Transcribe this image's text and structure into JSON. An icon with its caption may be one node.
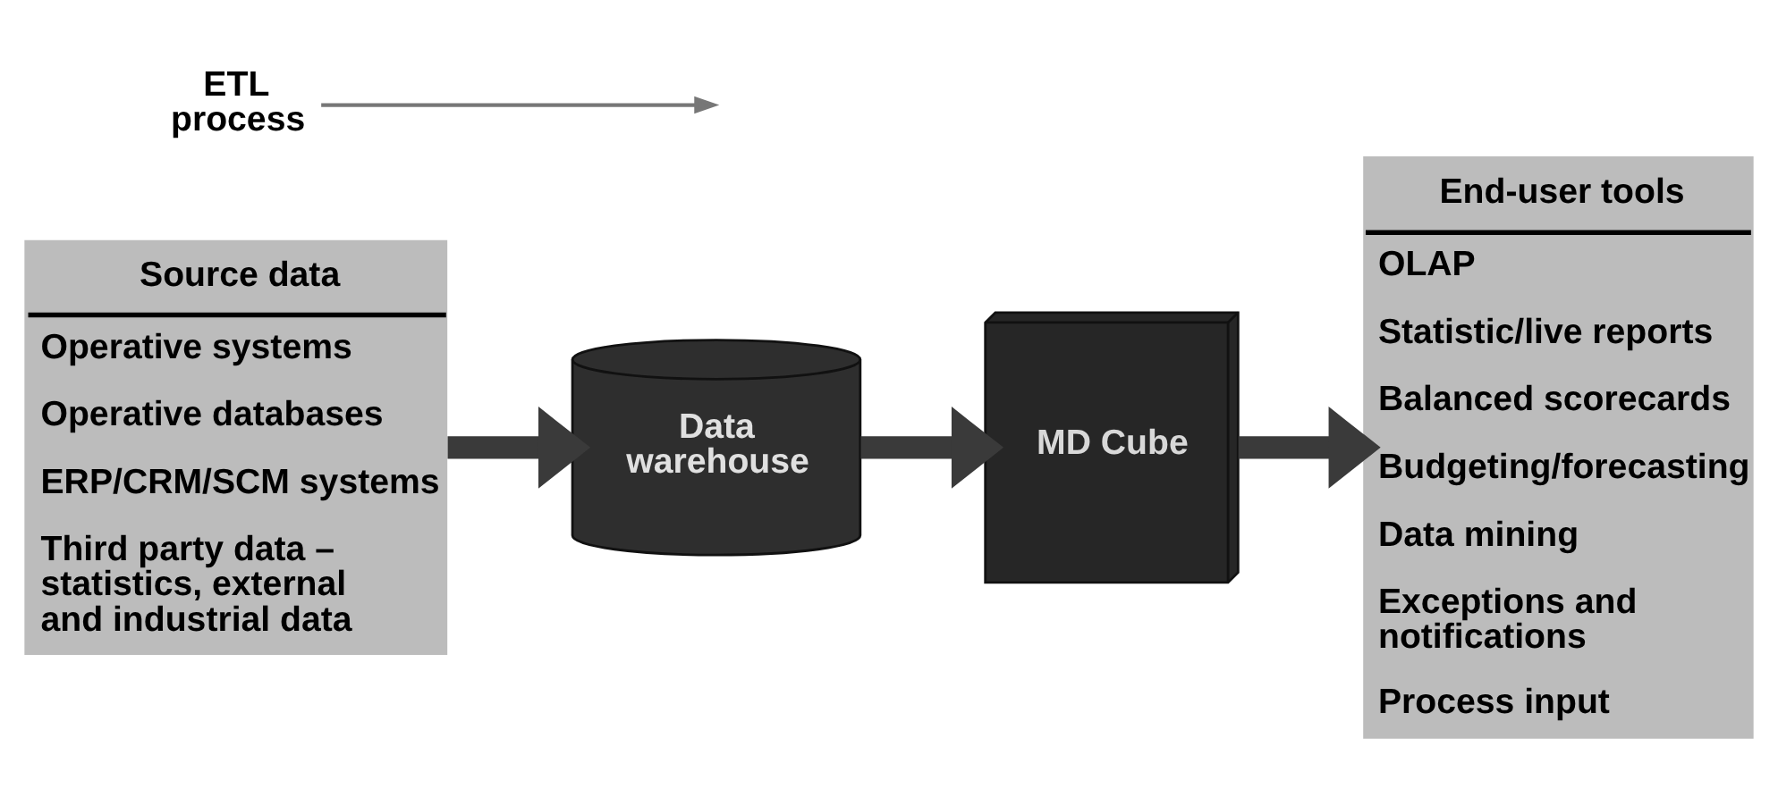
{
  "diagram": {
    "nodes": [
      {
        "text": [
          "Source data",
          "Operative systems",
          "Operative databases",
          "ERP/CRM/SCM systems",
          "Third party data – statistics, external and industrial data"
        ]
      },
      {
        "text": [
          "ETL process"
        ]
      },
      {
        "text": [
          "Data warehouse"
        ]
      },
      {
        "text": [
          "MD Cube"
        ]
      },
      {
        "text": [
          "End-user tools",
          "OLAP",
          "Statistic/live reports",
          "Balanced scorecards",
          "Budgeting/forecasting",
          "Data mining",
          "Exceptions and notifications",
          "Process input"
        ]
      }
    ],
    "edges": [
      {
        "from": 0,
        "to": 2,
        "arrow": "to"
      },
      {
        "from": 1,
        "to": null,
        "arrow": "to",
        "color": "#777777"
      },
      {
        "from": 2,
        "to": 3,
        "arrow": "to"
      },
      {
        "from": 3,
        "to": 4,
        "arrow": "to"
      }
    ]
  }
}
